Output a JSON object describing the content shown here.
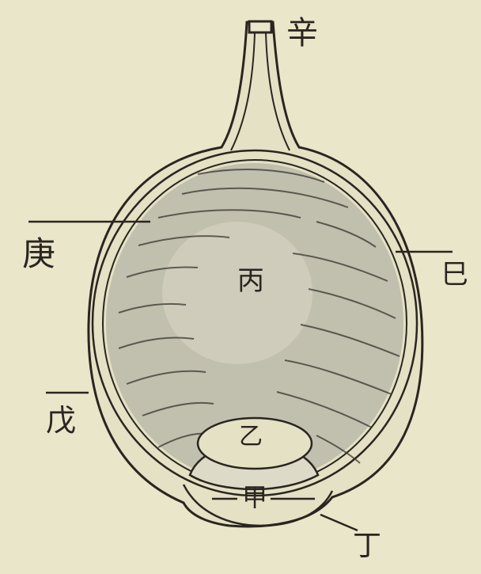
{
  "diagram": {
    "labels": {
      "xin": "辛",
      "geng": "庚",
      "si": "巳",
      "bing": "丙",
      "wu": "戊",
      "yi": "乙",
      "jia": "甲",
      "ding": "丁"
    },
    "colors": {
      "paper": "#e9e6c9",
      "ink": "#2a2520",
      "wash": "#b4b2a2",
      "light_wash": "#d8d6c4"
    }
  }
}
